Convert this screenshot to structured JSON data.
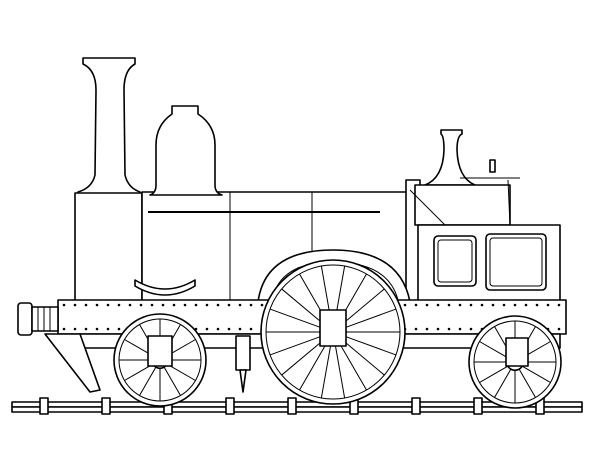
{
  "illustration": {
    "subject": "steam-locomotive",
    "style": "black line art",
    "colors": {
      "line": "#000000",
      "background": "#ffffff"
    },
    "wheels": [
      {
        "name": "front-wheel",
        "spokes": 12
      },
      {
        "name": "driving-wheel",
        "spokes": 18
      },
      {
        "name": "rear-wheel",
        "spokes": 12
      }
    ]
  }
}
